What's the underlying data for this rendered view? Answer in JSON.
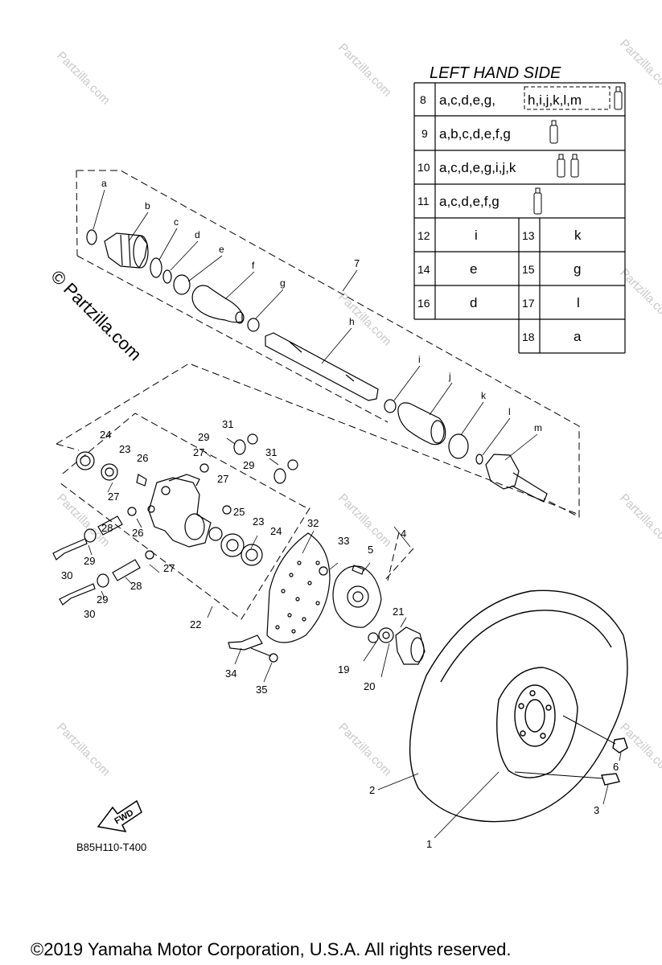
{
  "watermark": {
    "site": "Partzilla.com",
    "big": "© Partzilla.com"
  },
  "table": {
    "title": "LEFT HAND SIDE",
    "rows_full": [
      {
        "num": "8",
        "text": "a,c,d,e,g,",
        "boxed": "h,i,j,k,l,m"
      },
      {
        "num": "9",
        "text": "a,b,c,d,e,f,g"
      },
      {
        "num": "10",
        "text": "a,c,d,e,g,i,j,k"
      },
      {
        "num": "11",
        "text": "a,c,d,e,f,g"
      }
    ],
    "rows_pair": [
      {
        "n1": "12",
        "v1": "i",
        "n2": "13",
        "v2": "k"
      },
      {
        "n1": "14",
        "v1": "e",
        "n2": "15",
        "v2": "g"
      },
      {
        "n1": "16",
        "v1": "d",
        "n2": "17",
        "v2": "l"
      },
      {
        "n2": "18",
        "v2": "a"
      }
    ]
  },
  "letters": [
    "a",
    "b",
    "c",
    "d",
    "e",
    "f",
    "g",
    "h",
    "i",
    "j",
    "k",
    "l",
    "m"
  ],
  "callouts": [
    "1",
    "2",
    "3",
    "4",
    "5",
    "6",
    "7",
    "19",
    "20",
    "21",
    "22",
    "23",
    "23",
    "24",
    "24",
    "25",
    "26",
    "26",
    "27",
    "27",
    "27",
    "27",
    "28",
    "28",
    "29",
    "29",
    "29",
    "29",
    "30",
    "30",
    "31",
    "31",
    "32",
    "33",
    "34",
    "35"
  ],
  "fwd_label": "FWD",
  "diagram_code": "B85H110-T400",
  "footer": "©2019  Yamaha Motor Corporation, U.S.A. All rights reserved."
}
